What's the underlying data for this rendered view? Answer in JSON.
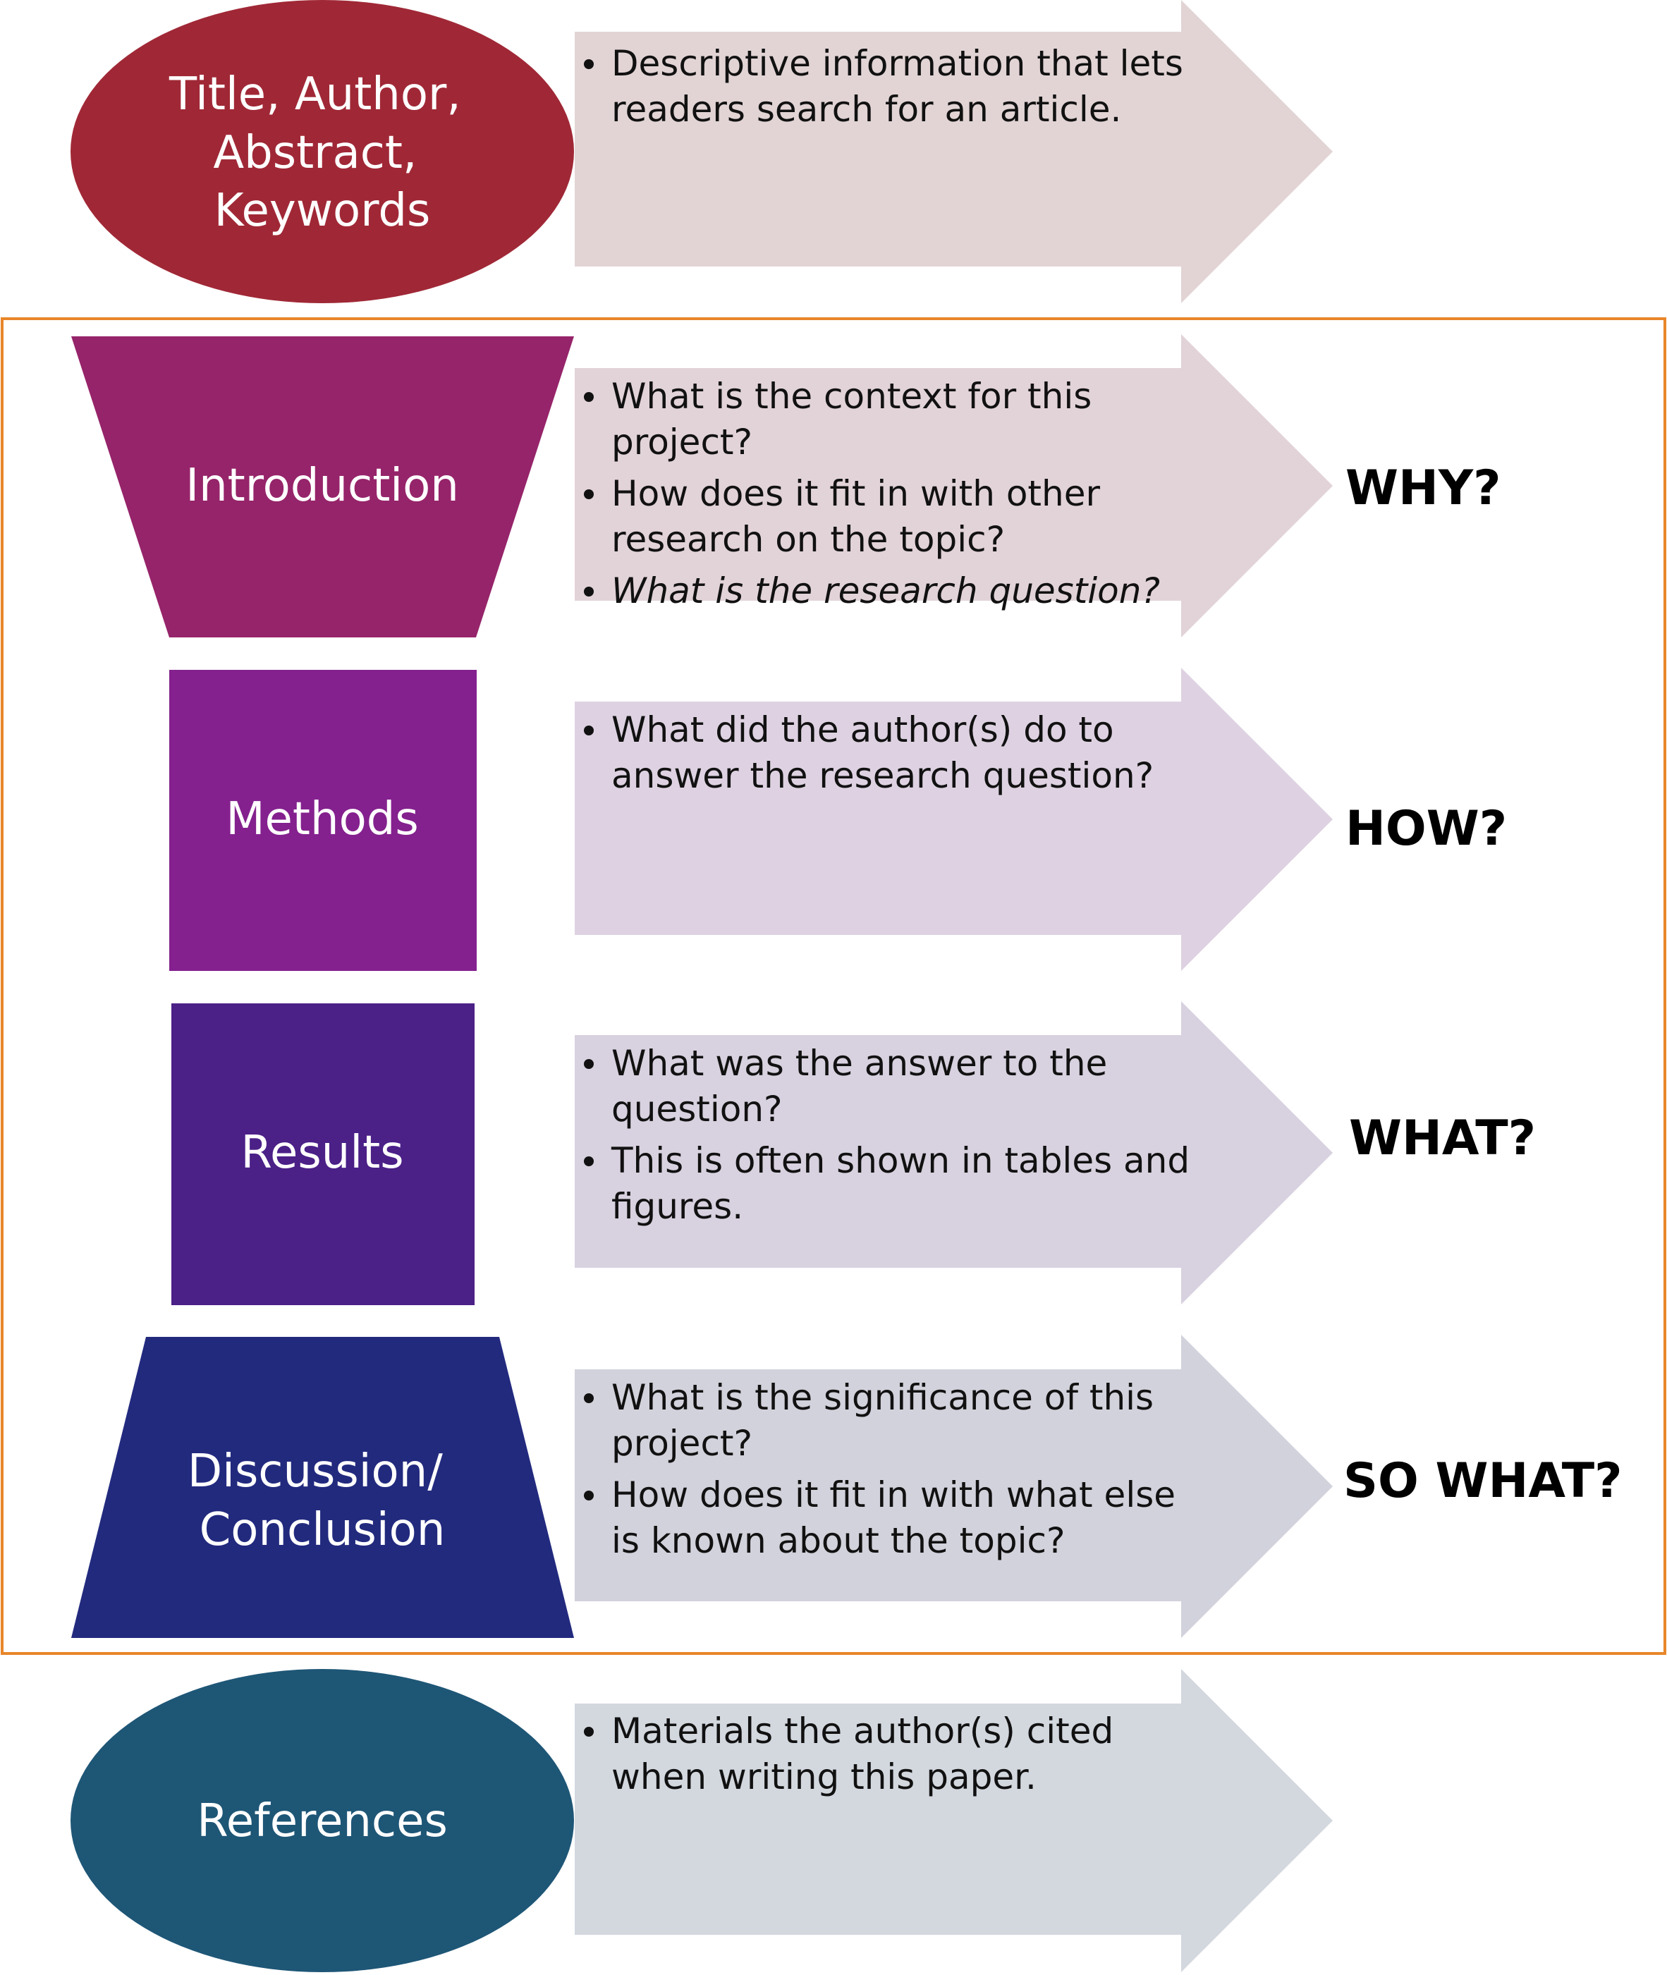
{
  "sections": [
    {
      "id": "title",
      "label_lines": [
        "Title, Author,",
        "Abstract,",
        "Keywords"
      ],
      "shape": "ellipse",
      "shape_color": "#A02836",
      "arrow_color": "#E2D4D5",
      "bullets": [
        {
          "text": "Descriptive information that lets readers search for an article.",
          "italic": false
        }
      ],
      "question": ""
    },
    {
      "id": "introduction",
      "label_lines": [
        "Introduction"
      ],
      "shape": "inverted-trapezoid",
      "shape_color": "#96246A",
      "arrow_color": "#E2D3D9",
      "bullets": [
        {
          "text": "What is the context for this project?",
          "italic": false
        },
        {
          "text": "How does it fit in with other research on the topic?",
          "italic": false
        },
        {
          "text": "What is the research question?",
          "italic": true
        }
      ],
      "question": "WHY?"
    },
    {
      "id": "methods",
      "label_lines": [
        "Methods"
      ],
      "shape": "rectangle",
      "shape_color": "#84218E",
      "arrow_color": "#DED2E2",
      "bullets": [
        {
          "text": "What did the author(s) do to answer the research question?",
          "italic": false
        }
      ],
      "question": "HOW?"
    },
    {
      "id": "results",
      "label_lines": [
        "Results"
      ],
      "shape": "rectangle",
      "shape_color": "#4B2087",
      "arrow_color": "#D8D1DF",
      "bullets": [
        {
          "text": "What was the answer to the question?",
          "italic": false
        },
        {
          "text": "This is often shown in tables and figures.",
          "italic": false
        }
      ],
      "question": "WHAT?"
    },
    {
      "id": "discussion",
      "label_lines": [
        "Discussion/",
        "Conclusion"
      ],
      "shape": "trapezoid",
      "shape_color": "#222A7E",
      "arrow_color": "#D2D2DC",
      "bullets": [
        {
          "text": "What is the significance of this project?",
          "italic": false
        },
        {
          "text": "How does it fit in with what else is known about the topic?",
          "italic": false
        }
      ],
      "question": "SO WHAT?"
    },
    {
      "id": "references",
      "label_lines": [
        "References"
      ],
      "shape": "ellipse",
      "shape_color": "#1E5676",
      "arrow_color": "#D3D8DF",
      "bullets": [
        {
          "text": "Materials the author(s) cited when writing this paper.",
          "italic": false
        }
      ],
      "question": ""
    }
  ],
  "frame": {
    "color": "#E8862A"
  }
}
